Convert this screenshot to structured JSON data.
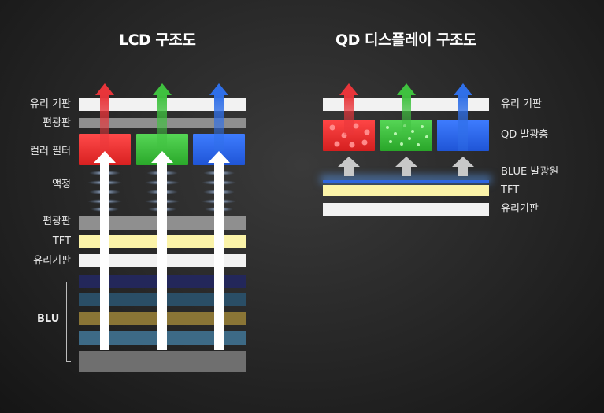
{
  "lcd": {
    "title": "LCD 구조도",
    "labels": {
      "glass_top": "유리 기판",
      "polarizer_top": "편광판",
      "color_filter": "컬러 필터",
      "liquid_crystal": "액정",
      "polarizer_bottom": "편광판",
      "tft": "TFT",
      "glass_bottom": "유리기판",
      "blu": "BLU"
    }
  },
  "qd": {
    "title": "QD 디스플레이 구조도",
    "labels": {
      "glass_top": "유리 기판",
      "qd_layer": "QD 발광층",
      "blue_emitter": "BLUE 발광원",
      "tft": "TFT",
      "glass_bottom": "유리기판"
    }
  },
  "colors": {
    "red": "#e8353a",
    "green": "#3fc13f",
    "blue": "#2f6fe8",
    "white_layer": "#f2f2f2",
    "gray_layer": "#8f8f8f",
    "tft_yellow": "#fbf3a8"
  }
}
